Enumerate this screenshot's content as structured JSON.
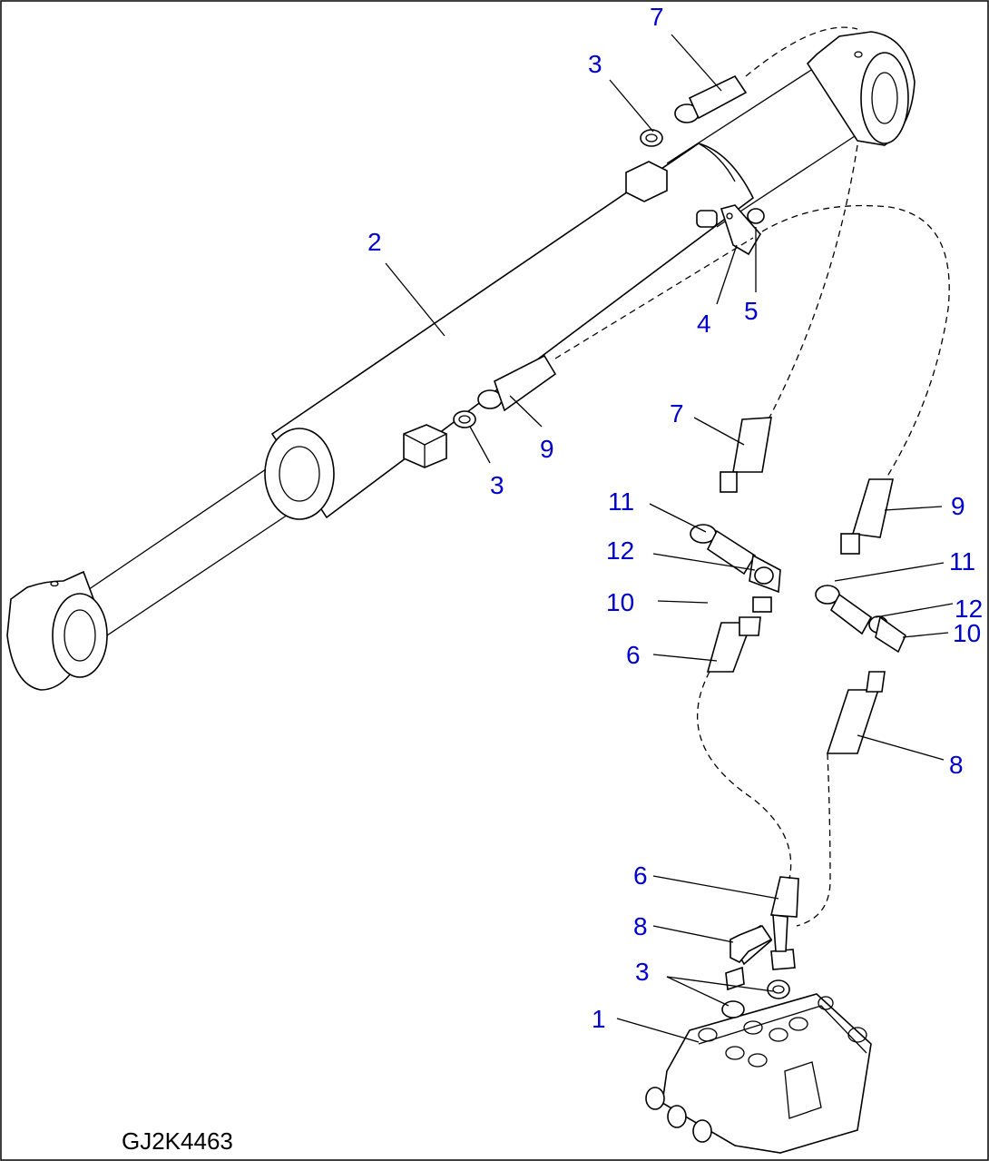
{
  "drawing_code": "GJ2K4463",
  "callout_color": "#0000cc",
  "callouts": [
    {
      "id": "c7a",
      "label": "7"
    },
    {
      "id": "c3a",
      "label": "3"
    },
    {
      "id": "c2",
      "label": "2"
    },
    {
      "id": "c4",
      "label": "4"
    },
    {
      "id": "c5",
      "label": "5"
    },
    {
      "id": "c9a",
      "label": "9"
    },
    {
      "id": "c3b",
      "label": "3"
    },
    {
      "id": "c7b",
      "label": "7"
    },
    {
      "id": "c11a",
      "label": "11"
    },
    {
      "id": "c12a",
      "label": "12"
    },
    {
      "id": "c10a",
      "label": "10"
    },
    {
      "id": "c6a",
      "label": "6"
    },
    {
      "id": "c9b",
      "label": "9"
    },
    {
      "id": "c11b",
      "label": "11"
    },
    {
      "id": "c12b",
      "label": "12"
    },
    {
      "id": "c10b",
      "label": "10"
    },
    {
      "id": "c8a",
      "label": "8"
    },
    {
      "id": "c6b",
      "label": "6"
    },
    {
      "id": "c8b",
      "label": "8"
    },
    {
      "id": "c3c",
      "label": "3"
    },
    {
      "id": "c1",
      "label": "1"
    }
  ]
}
